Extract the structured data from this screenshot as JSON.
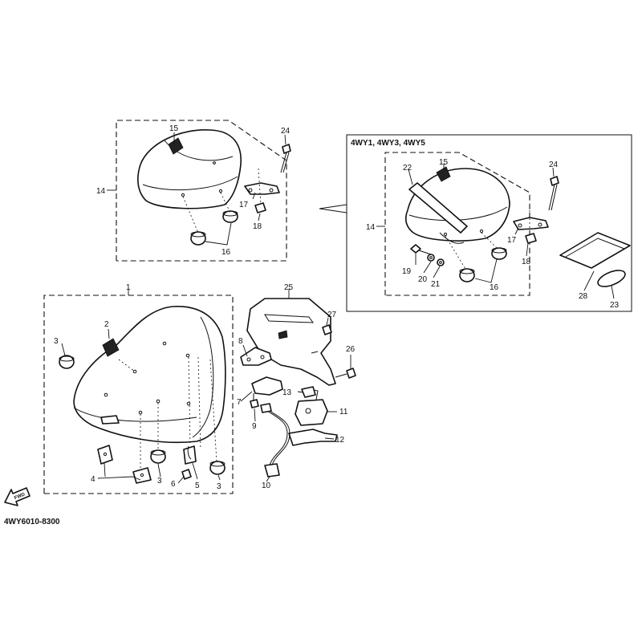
{
  "inset_header": "4WY1, 4WY3, 4WY5",
  "diagram_code": "4WY6010-8300",
  "fwd_label": "FWD",
  "callouts": {
    "c1": "1",
    "c2": "2",
    "c3": "3",
    "c4": "4",
    "c5": "5",
    "c6": "6",
    "c7": "7",
    "c8": "8",
    "c9": "9",
    "c10": "10",
    "c11": "11",
    "c12": "12",
    "c13": "13",
    "c14": "14",
    "c15": "15",
    "c16": "16",
    "c17": "17",
    "c18": "18",
    "c19": "19",
    "c20": "20",
    "c21": "21",
    "c22": "22",
    "c23": "23",
    "c24": "24",
    "c25": "25",
    "c26": "26",
    "c27": "27",
    "c28": "28"
  }
}
